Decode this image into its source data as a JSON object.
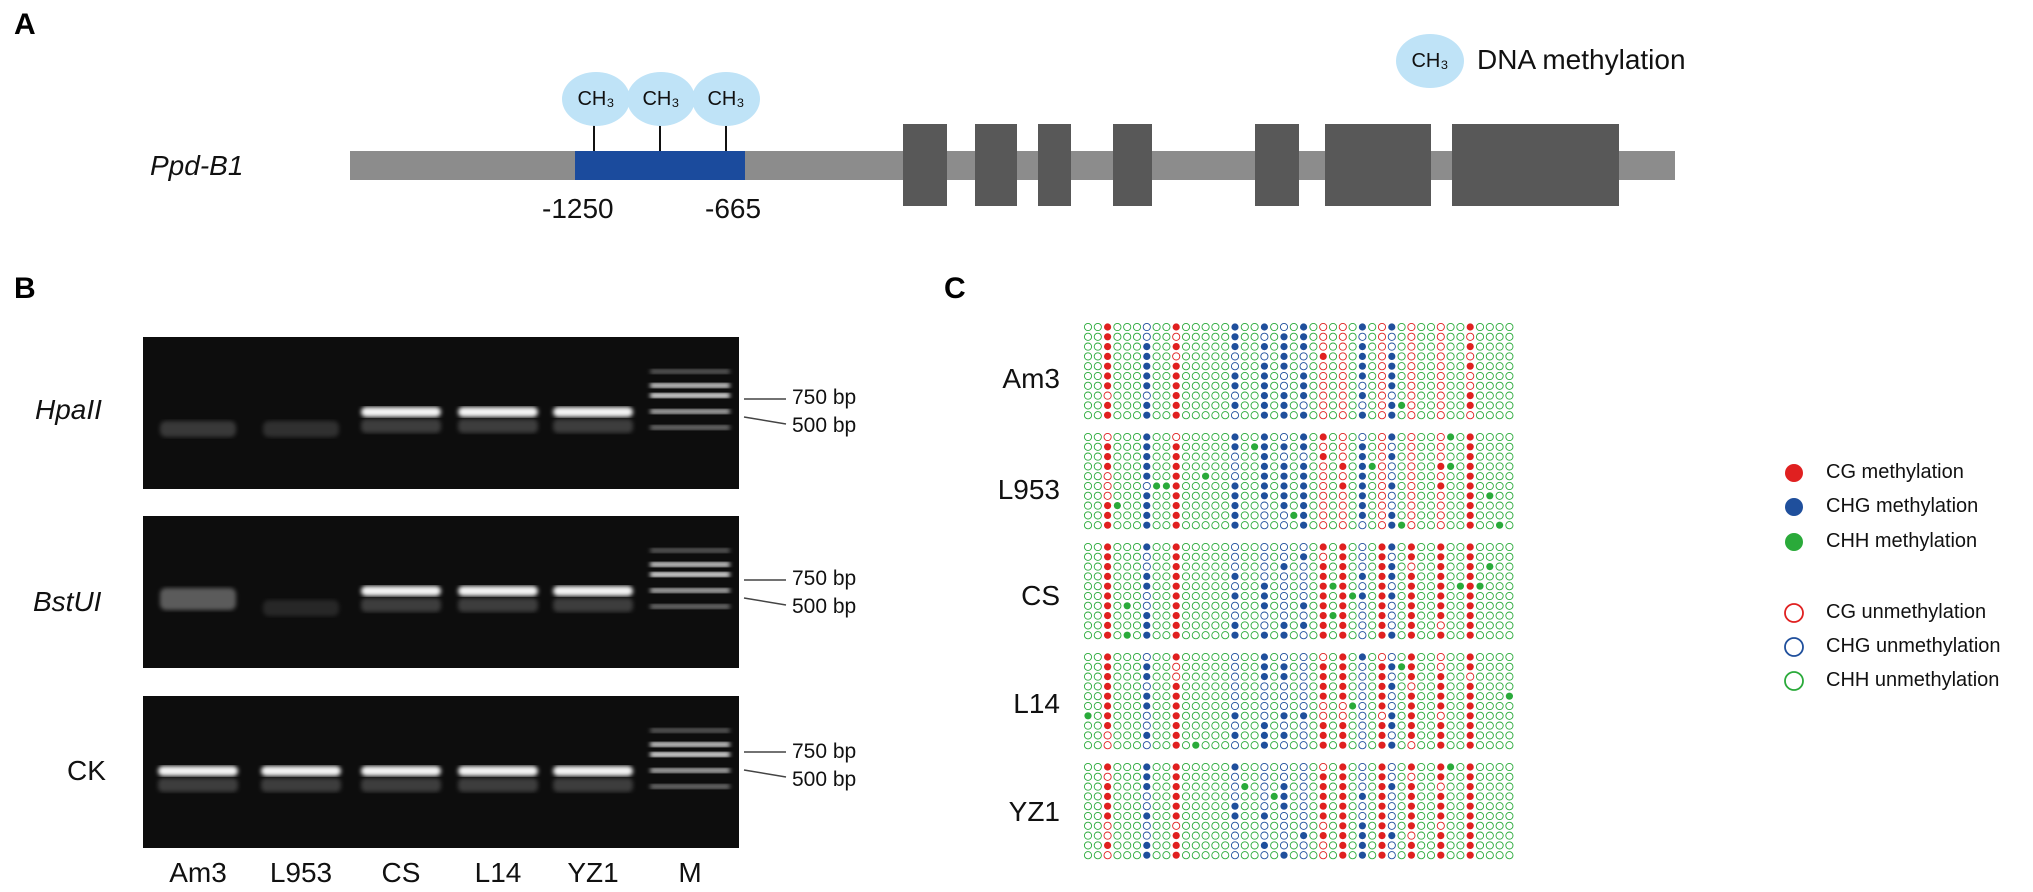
{
  "panels": {
    "a": "A",
    "b": "B",
    "c": "C"
  },
  "panel_a": {
    "gene_label": "Ppd-B1",
    "methyl_text": "CH₃",
    "legend_label": "DNA methylation",
    "region_start": "-1250",
    "region_end": "-665",
    "colors": {
      "backbone": "#8c8c8c",
      "exon": "#585858",
      "region": "#1b4b9d",
      "methyl": "#bfe3f7"
    }
  },
  "panel_b": {
    "gels": [
      {
        "enzyme": "HpaII",
        "italic": true
      },
      {
        "enzyme": "BstUI",
        "italic": true
      },
      {
        "enzyme": "CK",
        "italic": false
      }
    ],
    "marker_upper": "750 bp",
    "marker_lower": "500 bp",
    "lanes": [
      "Am3",
      "L953",
      "CS",
      "L14",
      "YZ1",
      "M"
    ]
  },
  "panel_c": {
    "samples": [
      "Am3",
      "L953",
      "CS",
      "L14",
      "YZ1"
    ],
    "legend": [
      {
        "label": "CG methylation",
        "filled": true,
        "color": "#e02020"
      },
      {
        "label": "CHG methylation",
        "filled": true,
        "color": "#1f4f9c"
      },
      {
        "label": "CHH methylation",
        "filled": true,
        "color": "#2aaa3a"
      },
      {
        "label": "CG unmethylation",
        "filled": false,
        "color": "#e02020"
      },
      {
        "label": "CHG unmethylation",
        "filled": false,
        "color": "#1f4f9c"
      },
      {
        "label": "CHH unmethylation",
        "filled": false,
        "color": "#2aaa3a"
      }
    ]
  }
}
